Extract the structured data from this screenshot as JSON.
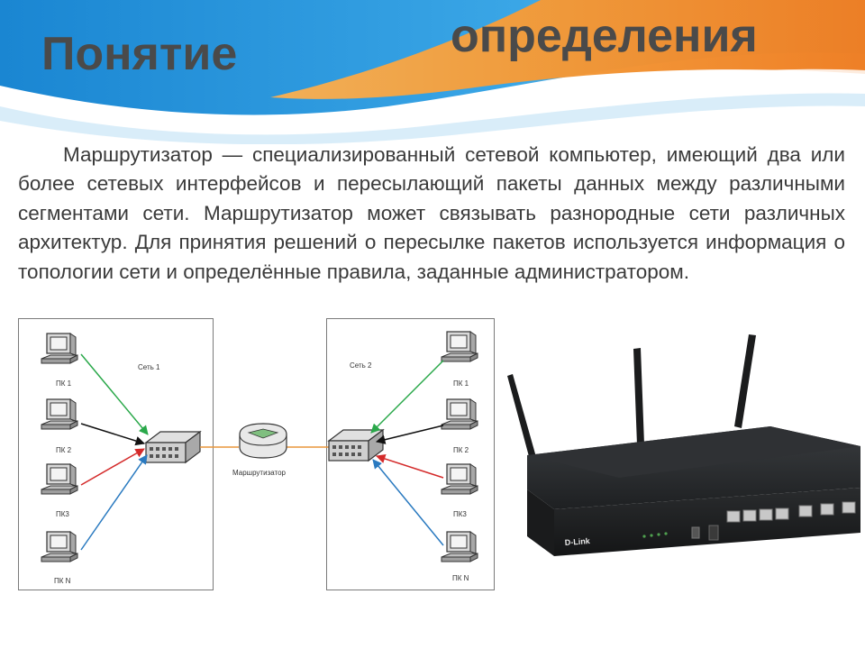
{
  "slide": {
    "title_left": "Понятие",
    "title_right": "определения",
    "body": "Маршрутизатор — специализированный сетевой компьютер, имеющий два или более сетевых интерфейсов и пересылающий пакеты данных между различными сегментами сети. Маршрутизатор может связывать разнородные сети различных архитектур. Для принятия решений о пересылке пакетов используется информация о топологии сети и определённые правила, заданные администратором."
  },
  "diagram": {
    "network1": {
      "label": "Сеть 1",
      "pcs": [
        "ПК 1",
        "ПК 2",
        "ПК3",
        "ПК N"
      ]
    },
    "network2": {
      "label": "Сеть 2",
      "pcs": [
        "ПК 1",
        "ПК 2",
        "ПК3",
        "ПК N"
      ]
    },
    "router_label": "Маршрутизатор",
    "link_colors": [
      "#2aa84a",
      "#111111",
      "#d42a2a",
      "#2a7ac0"
    ],
    "cable_color": "#e8953a"
  },
  "photo": {
    "brand": "D-Link",
    "icon": "wireless-router-photo"
  },
  "colors": {
    "banner_blue": "#1f8fd8",
    "banner_orange": "#f08a2c",
    "title_text": "#4a4a4a"
  }
}
